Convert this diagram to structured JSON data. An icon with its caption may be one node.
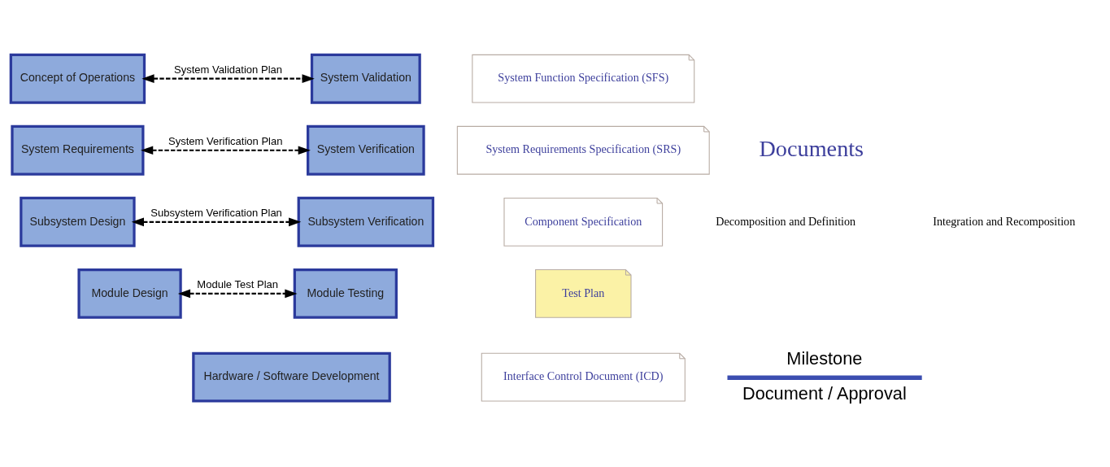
{
  "diagram": {
    "nodes": [
      {
        "text": [
          "Concept of Operations"
        ]
      },
      {
        "text": [
          "System Requirements"
        ]
      },
      {
        "text": [
          "Subsystem Design"
        ]
      },
      {
        "text": [
          "Module Design"
        ]
      },
      {
        "text": [
          "Hardware / Software Development"
        ]
      },
      {
        "text": [
          "Module Testing"
        ]
      },
      {
        "text": [
          "Subsystem Verification"
        ]
      },
      {
        "text": [
          "System Verification"
        ]
      },
      {
        "text": [
          "System Validation"
        ]
      },
      {
        "text": [
          "System Function Specification (SFS)"
        ]
      },
      {
        "text": [
          "System Requirements Specification (SRS)"
        ]
      },
      {
        "text": [
          "Component Specification"
        ]
      },
      {
        "text": [
          "Test Plan"
        ]
      },
      {
        "text": [
          "Interface Control Document (ICD)"
        ]
      }
    ],
    "edges": [
      {
        "from": 0,
        "to": 8,
        "arrow": "both",
        "label": "System Validation Plan",
        "style": "dashed"
      },
      {
        "from": 1,
        "to": 7,
        "arrow": "both",
        "label": "System Verification Plan",
        "style": "dashed"
      },
      {
        "from": 2,
        "to": 6,
        "arrow": "both",
        "label": "Subsystem Verification Plan",
        "style": "dashed"
      },
      {
        "from": 3,
        "to": 5,
        "arrow": "both",
        "label": "Module Test Plan",
        "style": "dashed"
      }
    ],
    "labels": [
      "Decomposition and Definition",
      "Integration and Recomposition",
      "Documents"
    ],
    "legend": [
      {
        "text": "Milestone"
      },
      {
        "text": "Document / Approval"
      }
    ]
  }
}
